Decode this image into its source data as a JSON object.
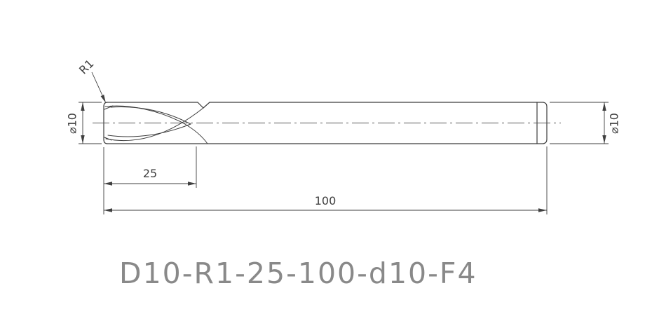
{
  "drawing": {
    "part_label": "D10-R1-25-100-d10-F4",
    "dims": {
      "radius_callout": "R1",
      "dia_left": "⌀10",
      "dia_right": "⌀10",
      "flute_length": "25",
      "overall_length": "100"
    },
    "style": {
      "line_color": "#3c3c3c",
      "dim_color": "#3f3f3f",
      "centerline_color": "#555555",
      "label_color": "#898989",
      "background": "#ffffff"
    }
  }
}
